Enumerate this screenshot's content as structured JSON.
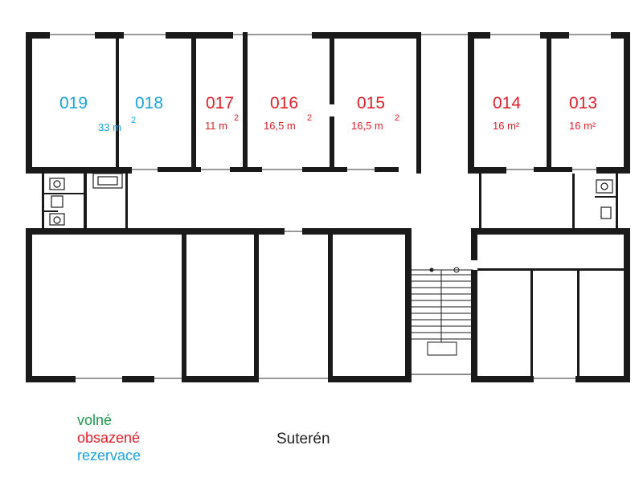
{
  "colors": {
    "free": "#1a9a4a",
    "occupied": "#e0202a",
    "reserved": "#1aa3dc",
    "wall": "#1a1a1a"
  },
  "legend": {
    "free": "volné",
    "occupied": "obsazené",
    "reserved": "rezervace"
  },
  "floor_label": "Suterén",
  "rooms": [
    {
      "number": "019",
      "area": "",
      "status": "reserved"
    },
    {
      "number": "018",
      "area": "33 m",
      "sup": "2",
      "status": "reserved"
    },
    {
      "number": "017",
      "area": "11 m",
      "sup": "2",
      "status": "occupied"
    },
    {
      "number": "016",
      "area": "16,5 m",
      "sup": "2",
      "status": "occupied"
    },
    {
      "number": "015",
      "area": "16,5 m",
      "sup": "2",
      "status": "occupied"
    },
    {
      "number": "014",
      "area": "16 m²",
      "sup": "",
      "status": "occupied"
    },
    {
      "number": "013",
      "area": "16 m²",
      "sup": "",
      "status": "occupied"
    }
  ]
}
